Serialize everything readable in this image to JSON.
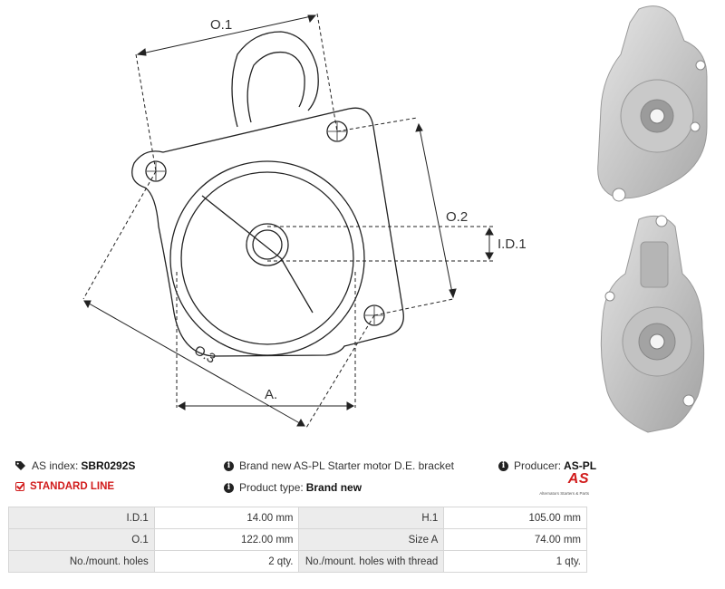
{
  "drawing": {
    "labels": {
      "o1": "O.1",
      "o2": "O.2",
      "o3": "O.3",
      "id1": "I.D.1",
      "a": "A."
    }
  },
  "info": {
    "as_index_label": "AS index:",
    "as_index_value": "SBR0292S",
    "standard_line": "STANDARD LINE",
    "description": "Brand new AS-PL Starter motor D.E. bracket",
    "product_type_label": "Product type:",
    "product_type_value": "Brand new",
    "producer_label": "Producer:",
    "producer_value": "AS-PL"
  },
  "logo": {
    "text": "AS",
    "tagline": "Alternators Starters & Parts"
  },
  "specs": [
    {
      "label1": "I.D.1",
      "value1": "14.00 mm",
      "label2": "H.1",
      "value2": "105.00 mm"
    },
    {
      "label1": "O.1",
      "value1": "122.00 mm",
      "label2": "Size A",
      "value2": "74.00 mm"
    },
    {
      "label1": "No./mount. holes",
      "value1": "2 qty.",
      "label2": "No./mount. holes with thread",
      "value2": "1 qty."
    }
  ],
  "colors": {
    "accent_red": "#d11b1b",
    "label_bg": "#ececec"
  }
}
